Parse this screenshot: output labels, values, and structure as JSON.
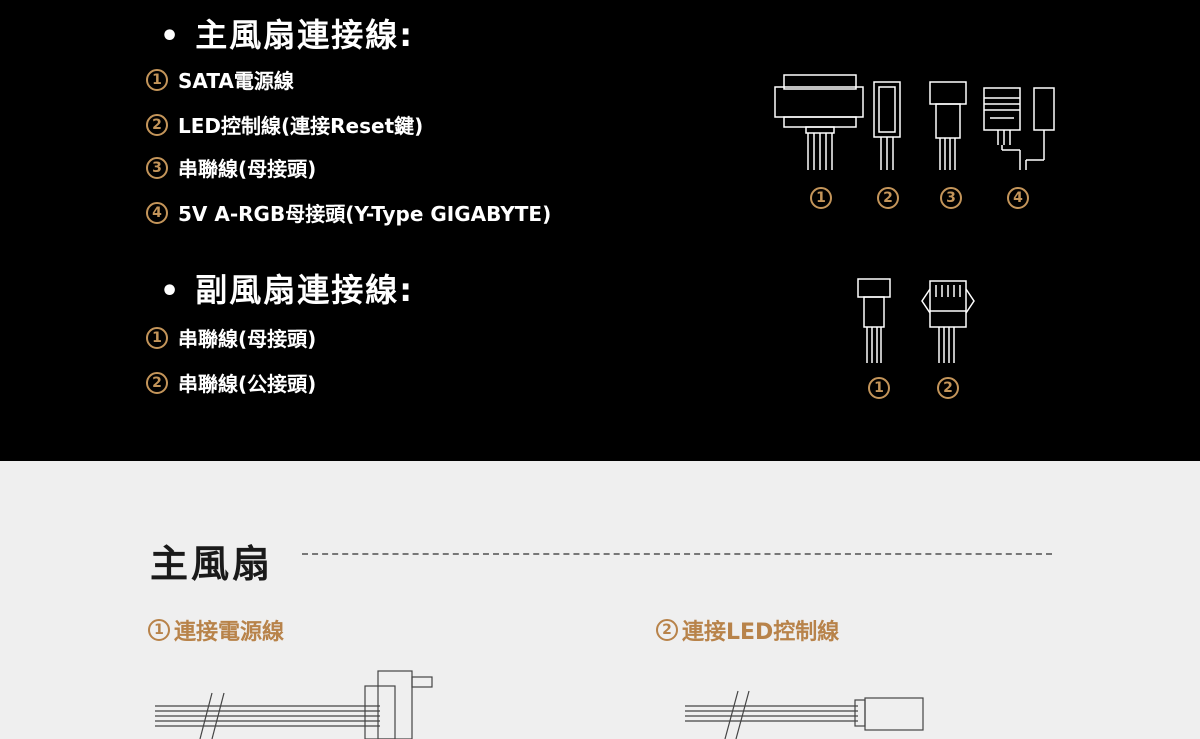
{
  "primary_section": {
    "heading": "主風扇連接線:",
    "items": [
      {
        "num": "1",
        "label": "SATA電源線"
      },
      {
        "num": "2",
        "label": "LED控制線(連接Reset鍵)"
      },
      {
        "num": "3",
        "label": "串聯線(母接頭)"
      },
      {
        "num": "4",
        "label": "5V A-RGB母接頭(Y-Type GIGABYTE)"
      }
    ],
    "diagram_labels": [
      "1",
      "2",
      "3",
      "4"
    ]
  },
  "secondary_section": {
    "heading": "副風扇連接線:",
    "items": [
      {
        "num": "1",
        "label": "串聯線(母接頭)"
      },
      {
        "num": "2",
        "label": "串聯線(公接頭)"
      }
    ],
    "diagram_labels": [
      "1",
      "2"
    ]
  },
  "main_fan": {
    "title": "主風扇",
    "steps": [
      {
        "num": "1",
        "label": "連接電源線"
      },
      {
        "num": "2",
        "label": "連接LED控制線"
      }
    ]
  },
  "colors": {
    "accent": "#c4955a",
    "dark_bg": "#000000",
    "light_bg": "#efefef"
  }
}
